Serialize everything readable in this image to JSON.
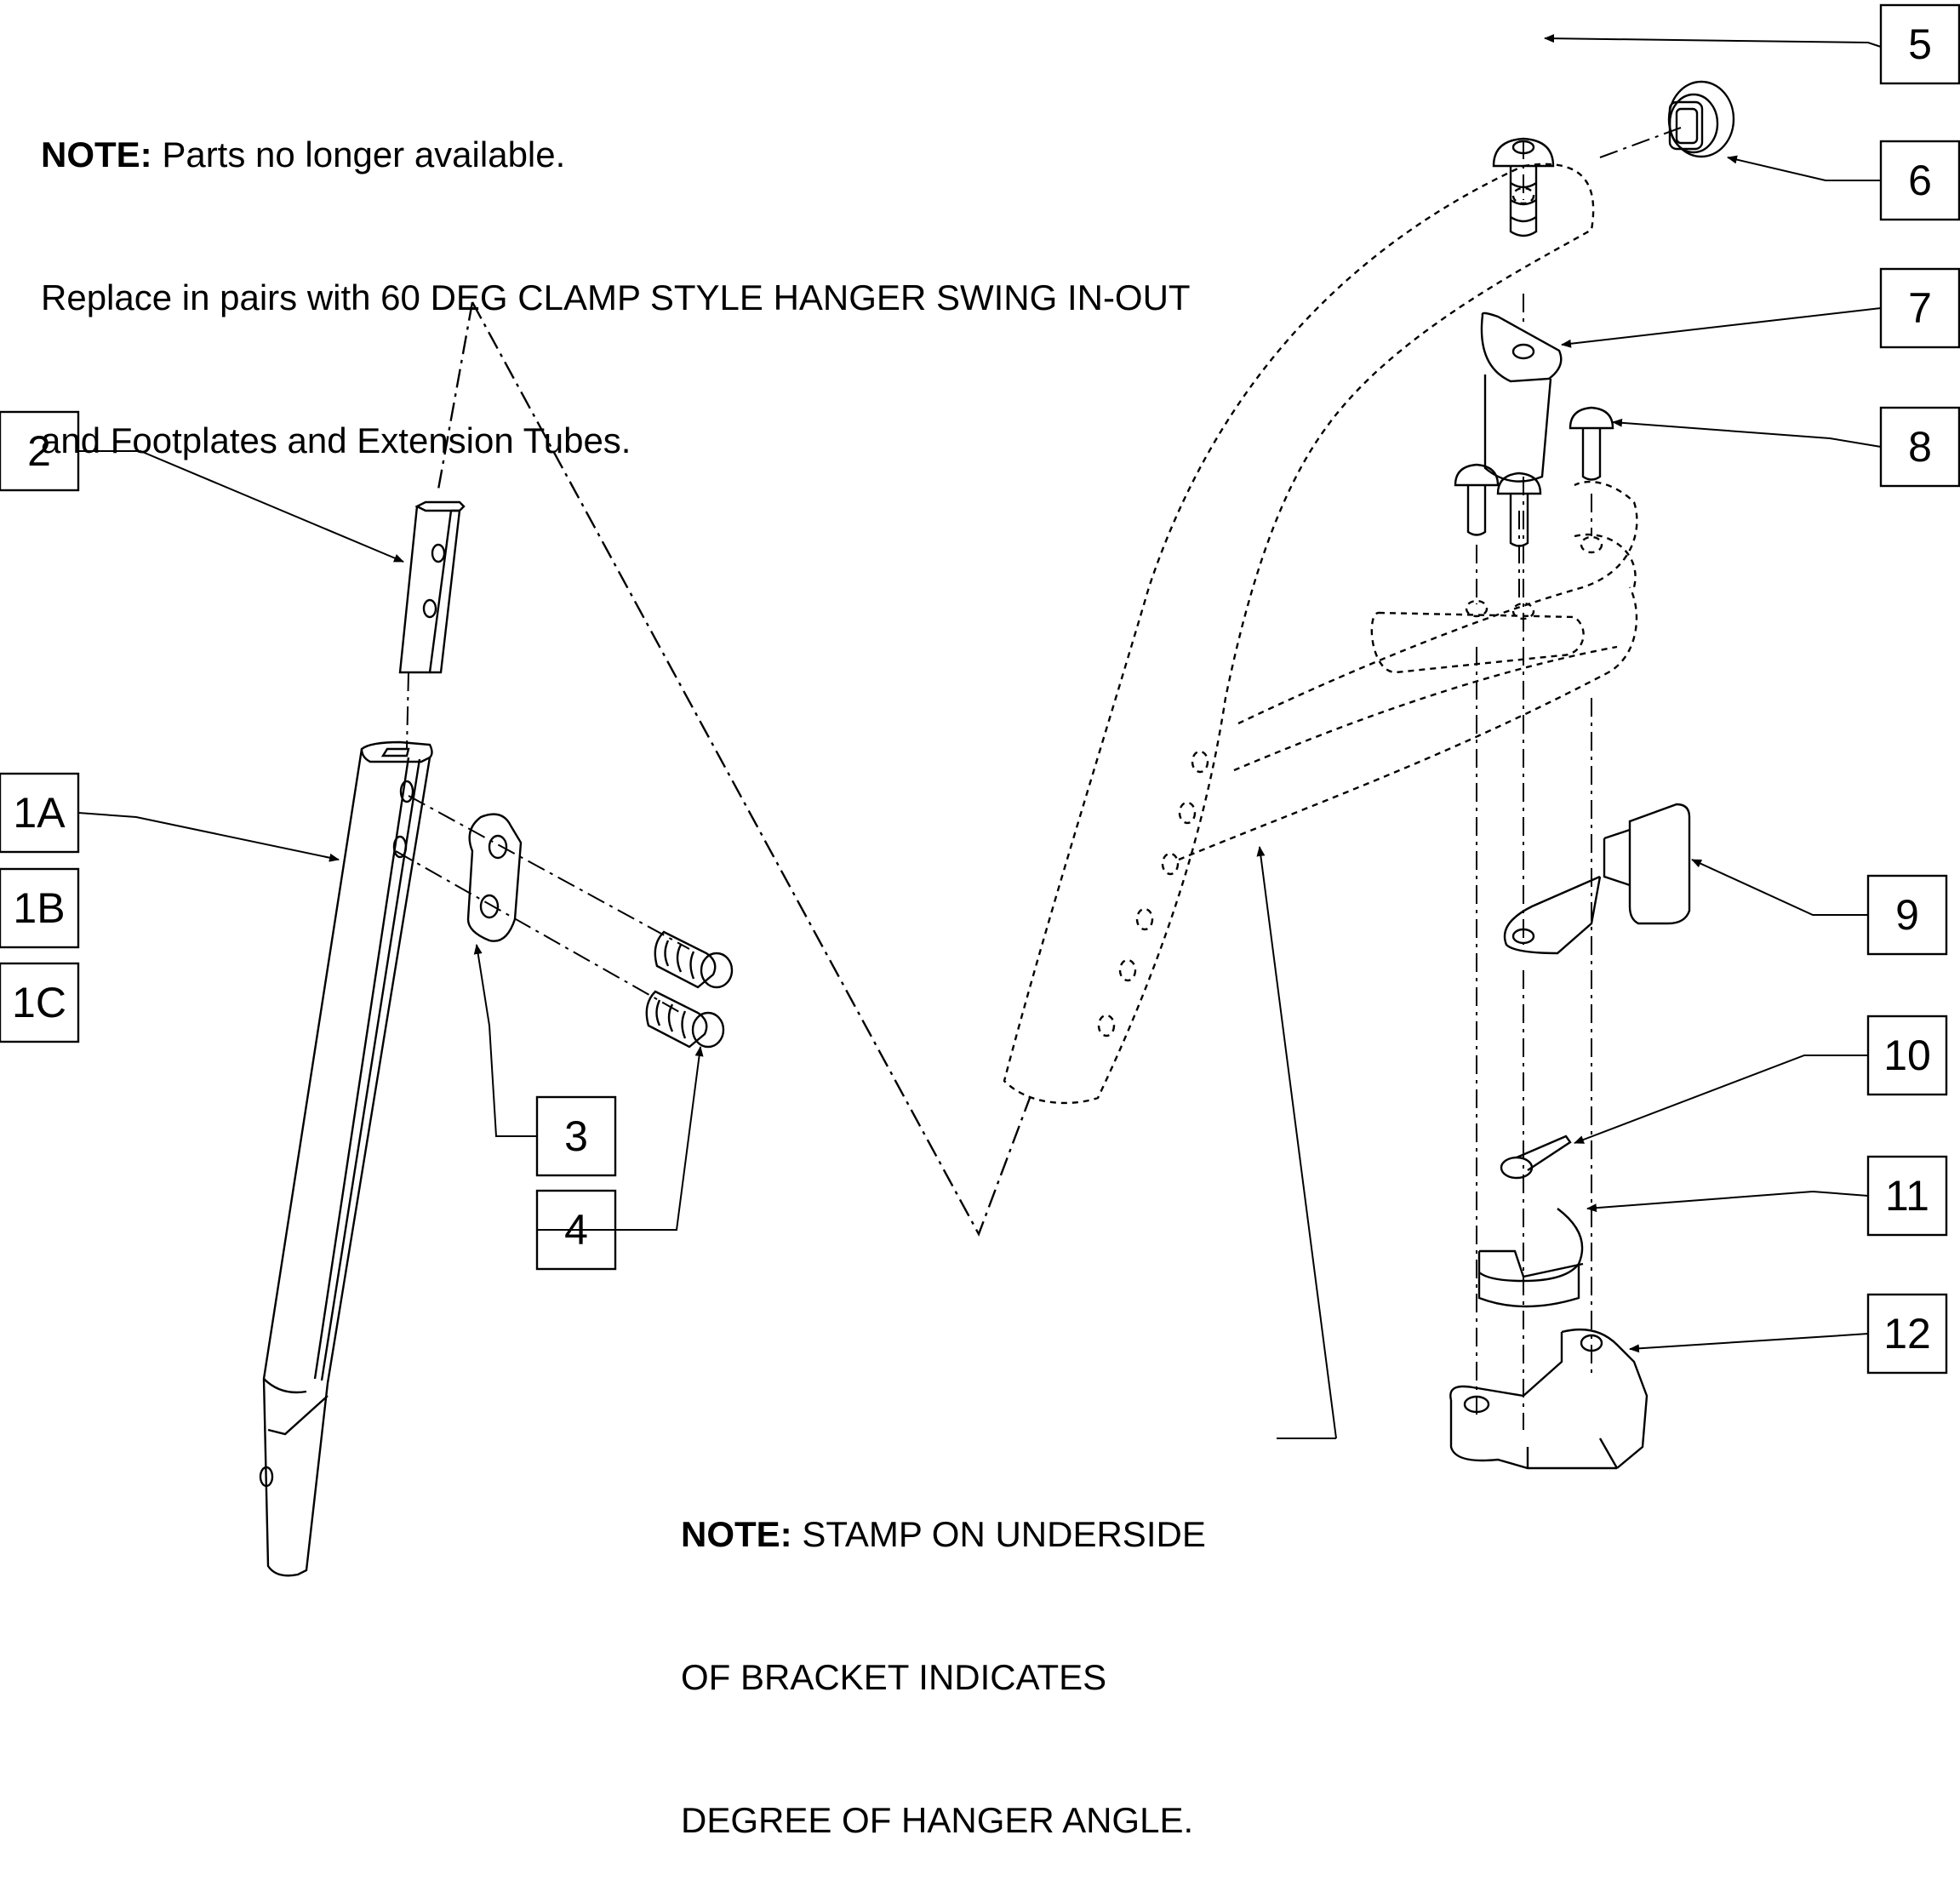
{
  "notes": {
    "top": {
      "heading": "NOTE:",
      "line1": " Parts no longer available.",
      "line2": "Replace in pairs with 60 DEG CLAMP STYLE HANGER SWING IN-OUT",
      "line3": "and Footplates and Extension Tubes."
    },
    "bottom": {
      "heading": "NOTE:",
      "line1": " STAMP ON UNDERSIDE",
      "line2": "OF BRACKET INDICATES",
      "line3": "DEGREE OF HANGER ANGLE."
    }
  },
  "callouts": [
    "5",
    "6",
    "7",
    "8",
    "9",
    "10",
    "11",
    "12",
    "2",
    "1A",
    "1B",
    "1C",
    "3",
    "4"
  ]
}
